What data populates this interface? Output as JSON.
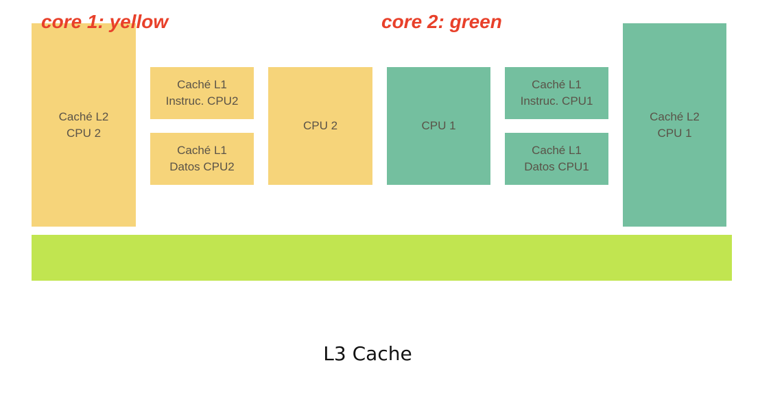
{
  "core_labels": {
    "core1": "core 1: yellow",
    "core2": "core 2: green"
  },
  "core1_blocks": {
    "l2_cache": "Caché L2\nCPU 2",
    "l1_instruction": "Caché L1\nInstruc. CPU2",
    "l1_data": "Caché L1\nDatos CPU2",
    "cpu": "CPU 2"
  },
  "core2_blocks": {
    "cpu": "CPU 1",
    "l1_instruction": "Caché L1\nInstruc. CPU1",
    "l1_data": "Caché L1\nDatos CPU1",
    "l2_cache": "Caché L2\nCPU 1"
  },
  "l3": {
    "label": "L3 Cache"
  },
  "colors": {
    "core1_fill": "#f6d47a",
    "core2_fill": "#74bf9f",
    "l3_fill": "#c1e550",
    "label_red": "#e8402a"
  }
}
